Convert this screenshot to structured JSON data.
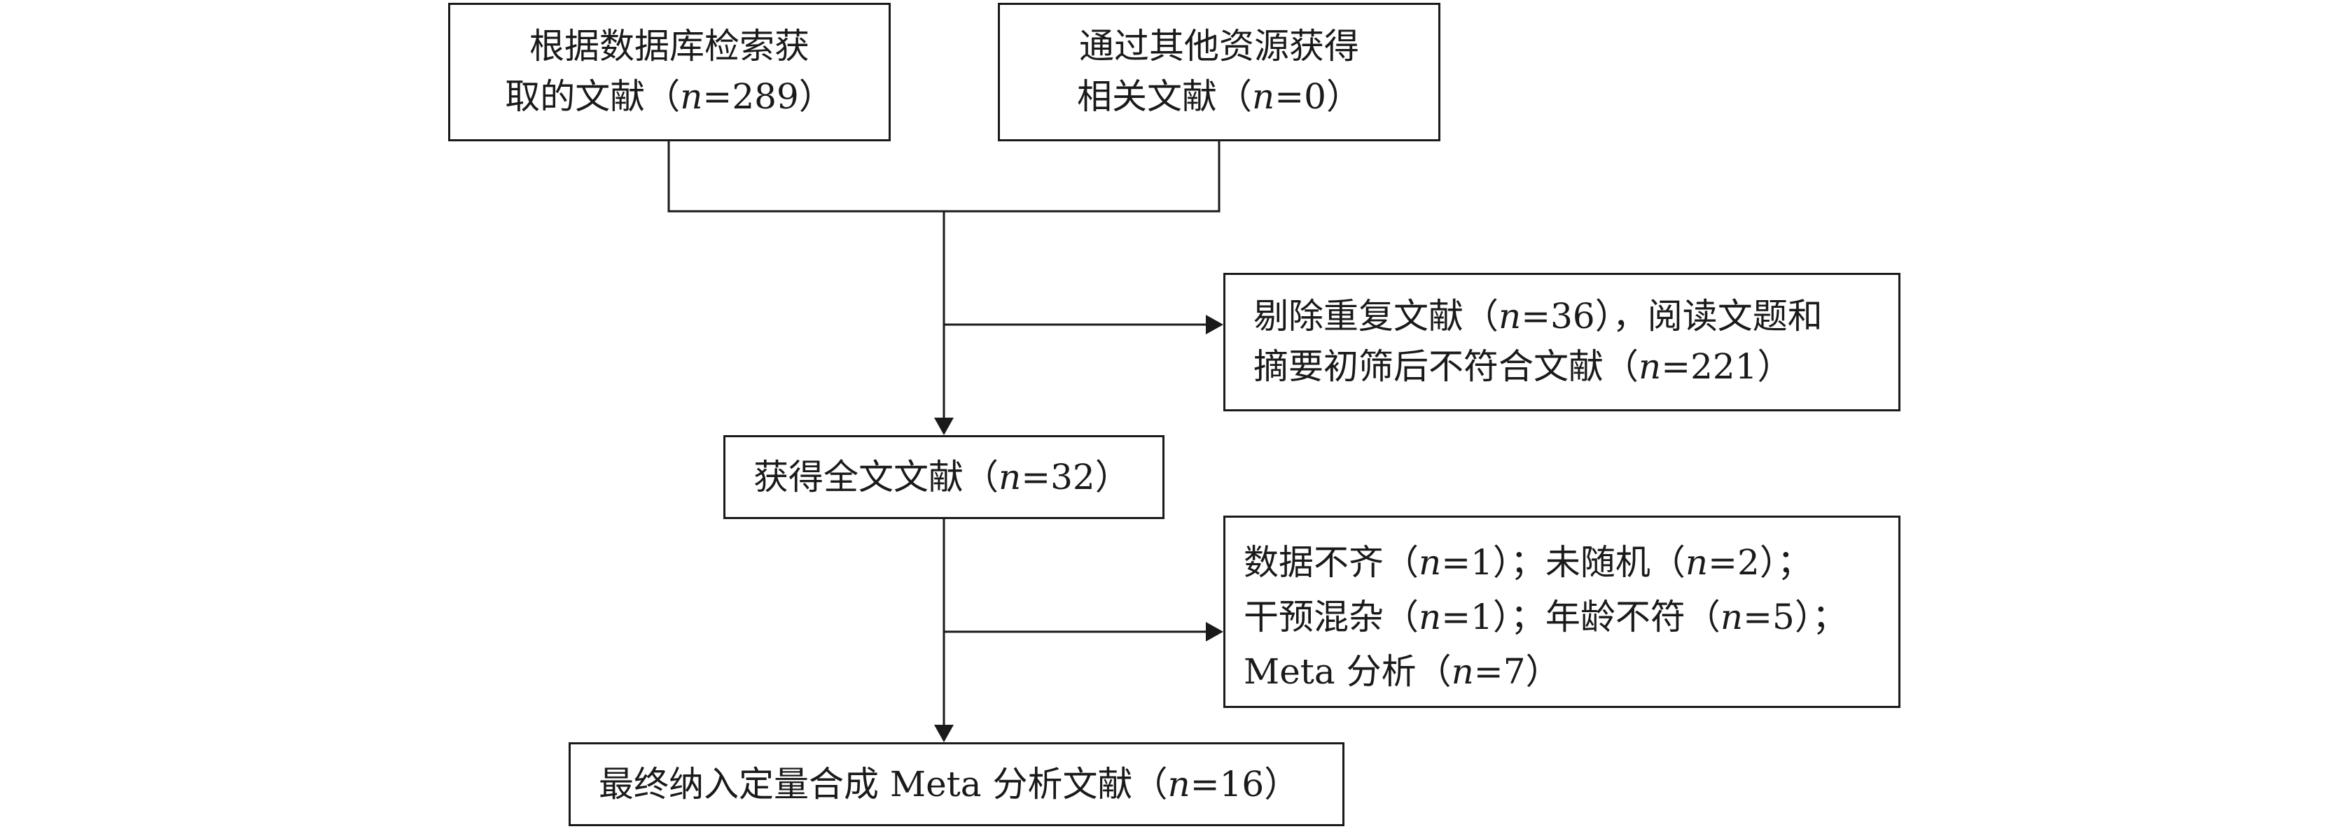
{
  "boxes": {
    "database": {
      "line1": "根据数据库检索获",
      "line2_prefix": "取的文献（",
      "n_symbol": "n",
      "line2_value": "=289）"
    },
    "other": {
      "line1": "通过其他资源获得",
      "line2_prefix": "相关文献（",
      "n_symbol": "n",
      "line2_value": "=0）"
    },
    "excluded_1": {
      "line1_prefix": "剔除重复文献（",
      "line1_n": "n",
      "line1_suffix": "=36），阅读文题和",
      "line2_prefix": "摘要初筛后不符合文献（",
      "line2_n": "n",
      "line2_suffix": "=221）"
    },
    "fulltext": {
      "prefix": "获得全文文献（",
      "n_symbol": "n",
      "suffix": "=32）"
    },
    "excluded_2": {
      "line1": [
        {
          "prefix": "数据不齐（",
          "n": "n",
          "suffix": "=1）；"
        },
        {
          "prefix": "未随机（",
          "n": "n",
          "suffix": "=2）；"
        }
      ],
      "line2": [
        {
          "prefix": "干预混杂（",
          "n": "n",
          "suffix": "=1）；"
        },
        {
          "prefix": "年龄不符（",
          "n": "n",
          "suffix": "=5）；"
        }
      ],
      "line3": [
        {
          "prefix": "Meta 分析（",
          "n": "n",
          "suffix": "=7）"
        }
      ]
    },
    "final": {
      "prefix": "最终纳入定量合成 Meta 分析文献（",
      "n_symbol": "n",
      "suffix": "=16）"
    }
  },
  "colors": {
    "line": "#1a1a1a",
    "text": "#1a1a1a",
    "background": "#ffffff"
  }
}
